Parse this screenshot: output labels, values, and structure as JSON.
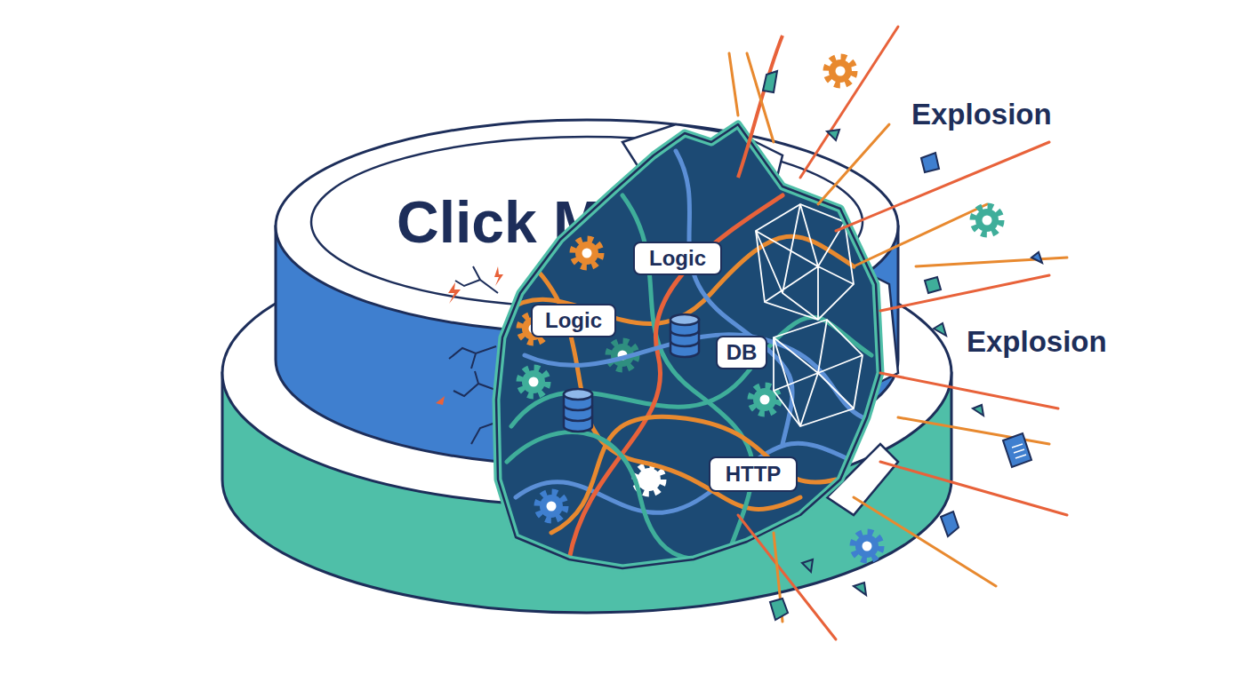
{
  "diagram": {
    "nodes": [
      {
        "text": [
          "Click M"
        ]
      },
      {
        "text": [
          "Logic"
        ],
        "in": 0
      },
      {
        "text": [
          "Logic"
        ],
        "in": 0
      },
      {
        "text": [
          "DB"
        ],
        "in": 0
      },
      {
        "text": [
          "HTTP"
        ],
        "in": 0
      }
    ],
    "labels": [
      "Explosion",
      "Explosion"
    ]
  }
}
